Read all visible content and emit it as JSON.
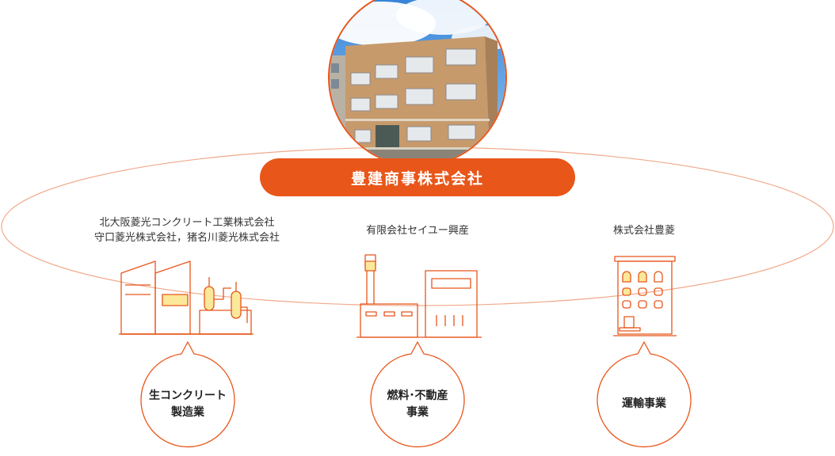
{
  "title": "豊建商事株式会社",
  "groups": [
    {
      "companies": [
        "北大阪菱光コンクリート工業株式会社",
        "守口菱光株式会社，猪名川菱光株式会社"
      ],
      "business": [
        "生コンクリート",
        "製造業"
      ],
      "icon": "factory-icon"
    },
    {
      "companies": [
        "有限会社セイユー興産"
      ],
      "business": [
        "燃料･不動産",
        "事業"
      ],
      "icon": "fuel-plant-icon"
    },
    {
      "companies": [
        "株式会社豊菱"
      ],
      "business": [
        "運輸事業"
      ],
      "icon": "office-building-icon"
    }
  ],
  "colors": {
    "accent": "#e8561a",
    "line": "#f0a98a",
    "fill_yellow": "#fbe89a"
  }
}
